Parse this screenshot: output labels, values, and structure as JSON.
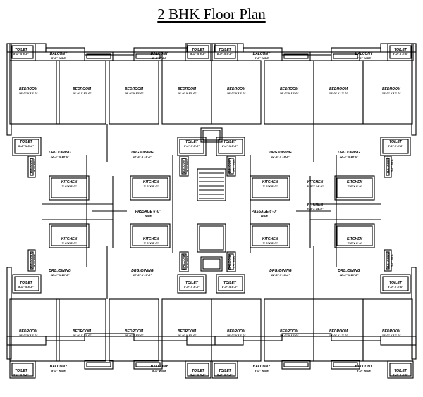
{
  "title": "2 BHK Floor Plan",
  "labels": {
    "toilet": "TOILET",
    "toilet_dim_a": "5'-0\" X 8'-0\"",
    "toilet_dim_b": "8'-0\" X 5'-0\"",
    "balcony": "BALCONY",
    "balcony_dim": "5'-0\" WIDE",
    "bedroom": "BEDROOM",
    "bedroom_dim": "10'-0\" X 12'-0\"",
    "drg_dining": "DRG./DINING",
    "drg_dining_dim": "12'-3\" X 19'-0\"",
    "kitchen": "KITCHEN",
    "kitchen_dim": "7'-0\"X 8'-0\"",
    "passage": "PASSAGE 6'-0\"",
    "passage_sub": "WIDE",
    "kitchen_center_dim": "8'-0\"X 14'-0\""
  }
}
